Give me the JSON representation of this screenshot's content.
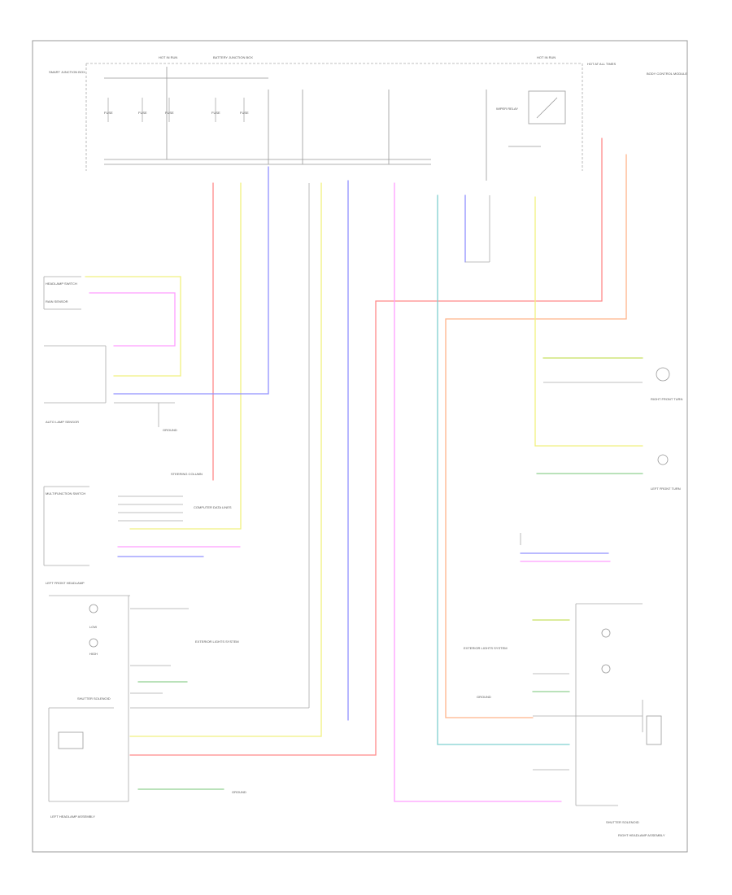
{
  "diagram": {
    "labels": {
      "hot_run_left": "HOT IN RUN",
      "hot_run_right": "HOT IN RUN",
      "hot_all_times": "HOT AT ALL TIMES",
      "battery_junction_box": "BATTERY JUNCTION BOX",
      "body_control_module": "BODY CONTROL MODULE",
      "smart_junction_box": "SMART JUNCTION BOX",
      "wiper_relay": "WIPER RELAY",
      "fuse_1": "FUSE",
      "fuse_2": "FUSE",
      "fuse_3": "FUSE",
      "fuse_4": "FUSE",
      "fuse_5": "FUSE",
      "ground_headlamp": "GROUND",
      "headlamp_switch": "HEADLAMP SWITCH",
      "rain_sensor": "RAIN SENSOR",
      "auto_lamp_sensor": "AUTO LAMP SENSOR",
      "steering_column": "STEERING COLUMN",
      "multifunction_switch": "MULTIFUNCTION SWITCH",
      "left_front_headlamp_module": "LEFT FRONT HEADLAMP",
      "left_headlamp_assembly": "LEFT HEADLAMP ASSEMBLY",
      "right_headlamp_assembly": "RIGHT HEADLAMP ASSEMBLY",
      "shutter_solenoid_left": "SHUTTER SOLENOID",
      "shutter_solenoid_right": "SHUTTER SOLENOID",
      "low_beam": "LOW",
      "high_beam": "HIGH",
      "exterior_lights_left": "EXTERIOR LIGHTS SYSTEM",
      "exterior_lights_right": "EXTERIOR LIGHTS SYSTEM",
      "right_front_turn": "RIGHT FRONT TURN",
      "left_front_turn": "LEFT FRONT TURN",
      "ground_right": "GROUND",
      "ground_left": "GROUND",
      "computer_data_lines": "COMPUTER DATA LINES"
    }
  }
}
